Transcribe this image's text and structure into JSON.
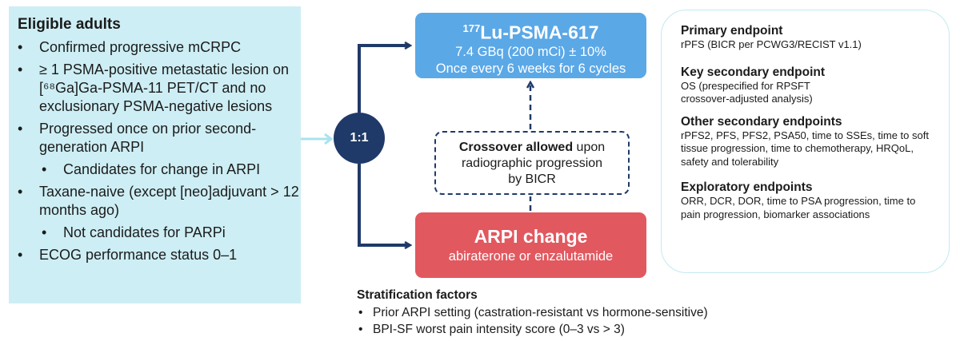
{
  "eligibility": {
    "title": "Eligible adults",
    "items": [
      {
        "text": "Confirmed progressive mCRPC",
        "level": 0
      },
      {
        "text": "≥ 1 PSMA-positive metastatic lesion on [⁶⁸Ga]Ga-PSMA-11 PET/CT and no exclusionary PSMA-negative lesions",
        "level": 0
      },
      {
        "text": "Progressed once on prior second-generation ARPI",
        "level": 0
      },
      {
        "text": "Candidates for change in ARPI",
        "level": 1
      },
      {
        "text": "Taxane-naive (except [neo]adjuvant > 12 months ago)",
        "level": 0
      },
      {
        "text": "Not candidates for PARPi",
        "level": 1
      },
      {
        "text": "ECOG performance status 0–1",
        "level": 0
      }
    ]
  },
  "randomization": {
    "ratio": "1:1"
  },
  "arm_lu": {
    "isotope_mass": "177",
    "title": "Lu-PSMA-617",
    "dose": "7.4 GBq (200 mCi) ± 10%",
    "schedule": "Once every 6 weeks for 6 cycles",
    "color": "#5ba8e7"
  },
  "arm_arpi": {
    "title": "ARPI change",
    "subtitle": "abiraterone or enzalutamide",
    "color": "#e2585f"
  },
  "crossover": {
    "bold": "Crossover allowed",
    "rest_1": " upon",
    "line_2": "radiographic progression",
    "line_3": "by BICR"
  },
  "endpoints": [
    {
      "heading": "Primary endpoint",
      "text": "rPFS (BICR per PCWG3/RECIST v1.1)"
    },
    {
      "heading": "Key secondary endpoint",
      "text": "OS (prespecified for RPSFT crossover-adjusted analysis)"
    },
    {
      "heading": "Other secondary endpoints",
      "text": "rPFS2, PFS, PFS2, PSA50, time to SSEs, time to soft tissue progression, time to chemotherapy, HRQoL, safety and tolerability"
    },
    {
      "heading": "Exploratory endpoints",
      "text": "ORR, DCR, DOR, time to PSA progression, time to pain progression, biomarker associations"
    }
  ],
  "stratification": {
    "title": "Stratification factors",
    "items": [
      "Prior ARPI setting (castration-resistant vs hormone-sensitive)",
      "BPI-SF worst pain intensity score (0–3 vs > 3)"
    ]
  },
  "colors": {
    "navy": "#1f3a68",
    "eligibility_bg": "#cdeef4",
    "entry_arrow": "#a9e3ee"
  }
}
